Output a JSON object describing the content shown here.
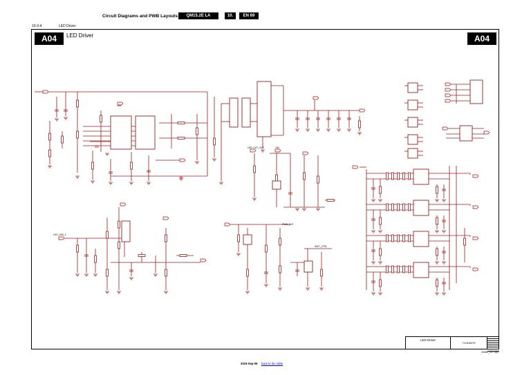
{
  "header": {
    "title": "Circuit Diagrams and PWB Layouts",
    "model": "QM15.2E LA",
    "section": "10.",
    "page": "EN 69"
  },
  "section": {
    "number": "10-3-4",
    "name": "LED Driver"
  },
  "diagram": {
    "badge_left": "A04",
    "badge_right": "A04",
    "title": "LED Driver",
    "line_color": "#9b1b1b",
    "net_labels": [
      "LED_CAT_OUT",
      "+6V",
      "LED_DIM_1",
      "PWM_3V3",
      "SWT_CTRL"
    ]
  },
  "title_block": {
    "name": "LED Driver",
    "code": "71/305079"
  },
  "footer": {
    "filename": "19385_057.eps",
    "date": "2015-Sep-08",
    "link": "back to div. table"
  }
}
